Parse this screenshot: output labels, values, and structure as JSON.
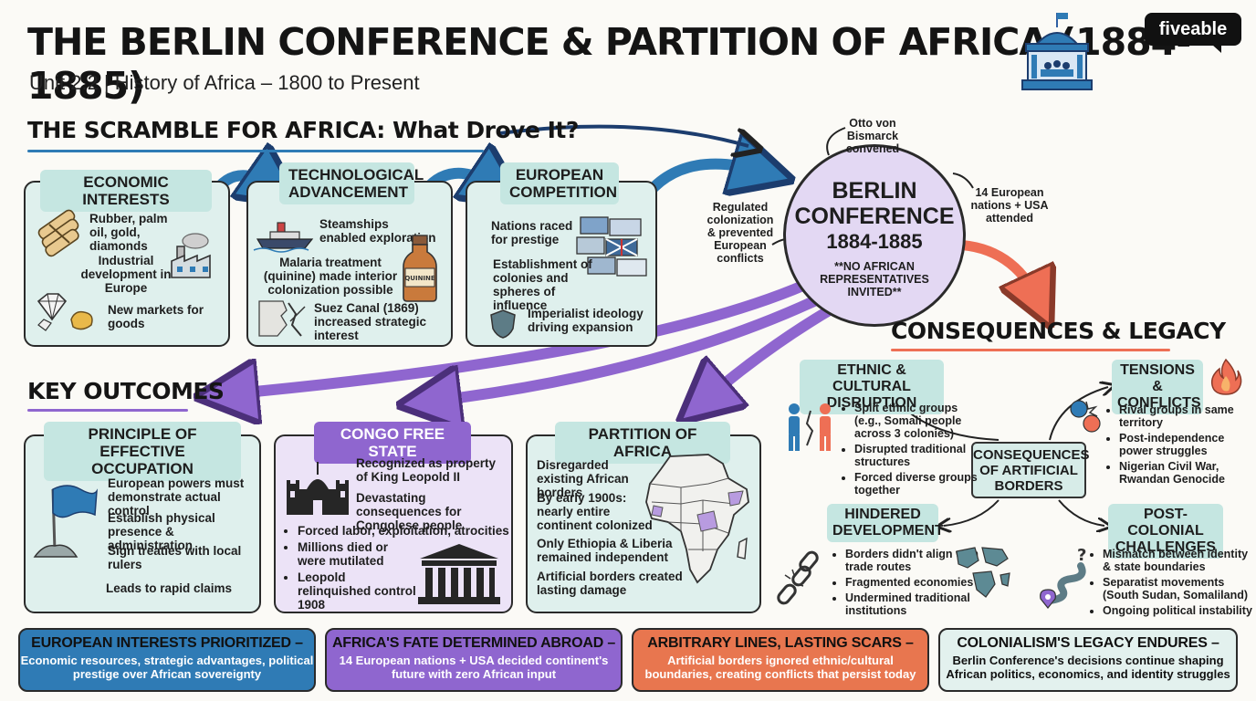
{
  "header": {
    "title": "THE BERLIN CONFERENCE & PARTITION OF AFRICA (1884-1885)",
    "subtitle": "Unit 2.2 | History of Africa – 1800 to Present",
    "logo": "fiveable"
  },
  "scramble": {
    "heading": "THE SCRAMBLE FOR AFRICA: What Drove It?",
    "economic": {
      "title": "ECONOMIC INTERESTS",
      "resources": "Rubber, palm oil, gold, diamonds",
      "industrial": "Industrial development in Europe",
      "markets": "New markets for goods"
    },
    "technological": {
      "title": "TECHNOLOGICAL ADVANCEMENT",
      "steamships": "Steamships enabled exploration",
      "malaria": "Malaria treatment (quinine) made interior colonization possible",
      "quinine_label": "QUININE",
      "suez": "Suez Canal (1869) increased strategic interest"
    },
    "competition": {
      "title": "EUROPEAN COMPETITION",
      "prestige": "Nations raced for prestige",
      "colonies": "Establishment of colonies and spheres of influence",
      "ideology": "Imperialist ideology driving expansion"
    }
  },
  "conference": {
    "name_line1": "BERLIN",
    "name_line2": "CONFERENCE",
    "years": "1884-1885",
    "note": "**NO AFRICAN REPRESENTATIVES INVITED**",
    "convened": "Otto von Bismarck convened",
    "attended": "14 European nations + USA attended",
    "regulated": "Regulated colonization & prevented European conflicts"
  },
  "outcomes": {
    "heading": "KEY OUTCOMES",
    "effective": {
      "title": "PRINCIPLE OF EFFECTIVE OCCUPATION",
      "control": "European powers must demonstrate actual control",
      "presence": "Establish physical presence & administration",
      "treaties": "Sign treaties with local rulers",
      "claims": "Leads to rapid claims"
    },
    "congo": {
      "title": "CONGO FREE STATE",
      "property": "Recognized as property of King Leopold II",
      "devastating": "Devastating consequences for Congolese people",
      "bullets": [
        "Forced labor, exploitation, atrocities",
        "Millions died or were mutilated",
        "Leopold relinquished control 1908"
      ]
    },
    "partition": {
      "title": "PARTITION OF AFRICA",
      "borders": "Disregarded existing African borders",
      "colonized": "By early 1900s: nearly entire continent colonized",
      "independent": "Only Ethiopia & Liberia remained independent",
      "damage": "Artificial borders created lasting damage"
    }
  },
  "consequences": {
    "heading": "CONSEQUENCES & LEGACY",
    "center": "CONSEQUENCES OF ARTIFICIAL BORDERS",
    "ethnic": {
      "title": "ETHNIC & CULTURAL DISRUPTION",
      "bullets": [
        "Split ethnic groups (e.g., Somali people across 3 colonies)",
        "Disrupted traditional structures",
        "Forced diverse groups together"
      ]
    },
    "tensions": {
      "title": "TENSIONS & CONFLICTS",
      "bullets": [
        "Rival groups in same territory",
        "Post-independence power struggles",
        "Nigerian Civil War, Rwandan Genocide"
      ]
    },
    "hindered": {
      "title": "HINDERED DEVELOPMENT",
      "bullets": [
        "Borders didn't align with trade routes",
        "Fragmented economies",
        "Undermined traditional institutions"
      ]
    },
    "postcolonial": {
      "title": "POST-COLONIAL CHALLENGES",
      "bullets": [
        "Mismatch between identity & state boundaries",
        "Separatist movements (South Sudan, Somaliland)",
        "Ongoing political instability"
      ]
    }
  },
  "banners": [
    {
      "title": "EUROPEAN INTERESTS PRIORITIZED –",
      "text": "Economic resources, strategic advantages, political prestige over African sovereignty"
    },
    {
      "title": "AFRICA'S FATE DETERMINED ABROAD –",
      "text": "14 European nations + USA decided continent's future with zero African input"
    },
    {
      "title": "ARBITRARY LINES, LASTING SCARS –",
      "text": "Artificial borders ignored ethnic/cultural boundaries, creating conflicts that persist today"
    },
    {
      "title": "COLONIALISM'S LEGACY ENDURES –",
      "text": "Berlin Conference's decisions continue shaping African politics, economics, and identity struggles"
    }
  ],
  "colors": {
    "teal": "#dff0ed",
    "purple": "#8f66cf",
    "blue_banner": "#2f7bb5",
    "orange_banner": "#e8764f",
    "orange_arrow": "#ee6f55",
    "blue_arrow": "#2f7bb5"
  },
  "icons": [
    "conference-building-icon",
    "gold-bundle-icon",
    "factory-icon",
    "diamond-icon",
    "steamship-icon",
    "quinine-bottle-icon",
    "suez-map-icon",
    "flags-icon",
    "shield-icon",
    "flag-icon",
    "castle-icon",
    "courthouse-icon",
    "africa-map-icon",
    "people-icon",
    "fire-icon",
    "broken-chain-icon",
    "africa-fragments-icon",
    "winding-path-icon"
  ]
}
